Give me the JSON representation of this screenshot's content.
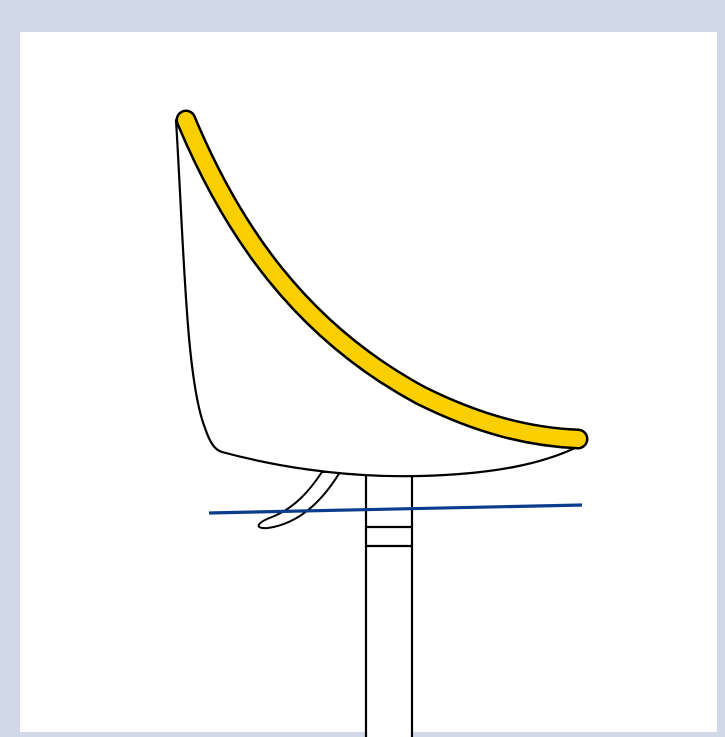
{
  "colors": {
    "frame_background": "#d1d9e8",
    "canvas_background": "#ffffff",
    "outline": "#000000",
    "seat_edge_highlight": "#f9cf00",
    "level_line": "#0b3d8c"
  },
  "parts": {
    "seat_shell": "seat-shell",
    "seat_edge": "seat-edge-highlight",
    "lever": "adjustment-lever",
    "column": "gas-column",
    "level_line": "horizontal-reference-line"
  }
}
